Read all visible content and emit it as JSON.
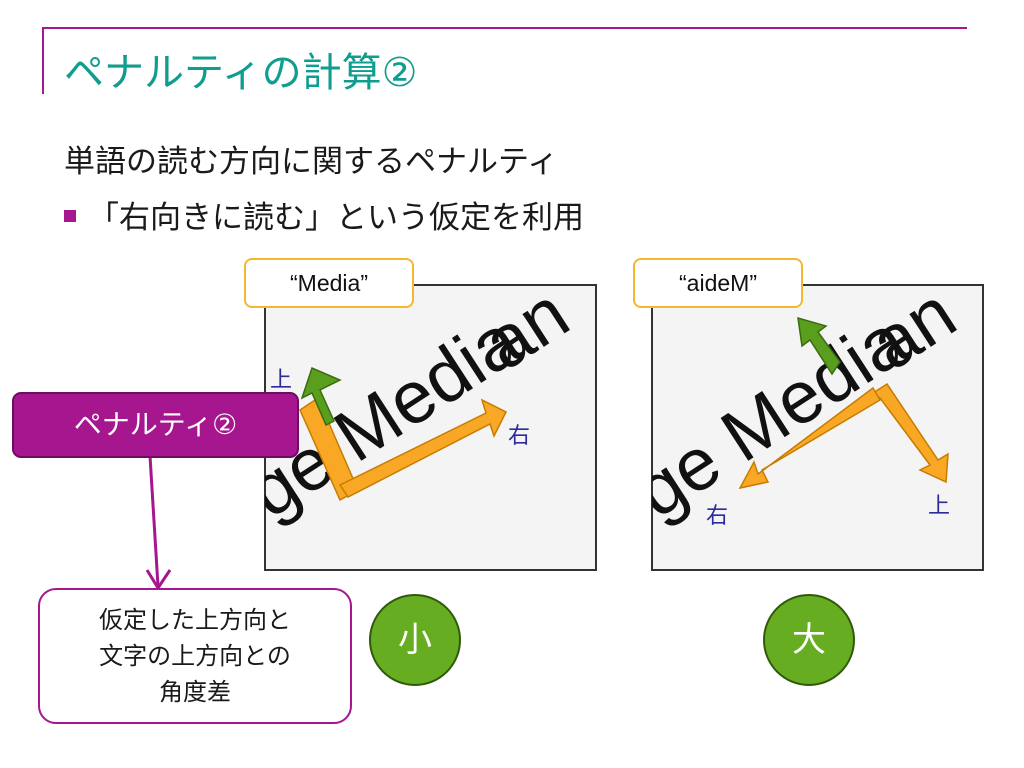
{
  "slide": {
    "title": "ペナルティの計算②",
    "subtitle": "単語の読む方向に関するペナルティ",
    "bullet": "「右向きに読む」という仮定を利用"
  },
  "panels": [
    {
      "label": "“Media”",
      "image_text_main": "ge Media",
      "image_text_side": "an",
      "up_label": "上",
      "right_label": "右",
      "circle": "小"
    },
    {
      "label": "“aideM”",
      "image_text_main": "ge Media",
      "image_text_side": "an",
      "up_label": "上",
      "right_label": "右",
      "circle": "大"
    }
  ],
  "penalty_box": "ペナルティ②",
  "description": [
    "仮定した上方向と",
    "文字の上方向との",
    "角度差"
  ],
  "colors": {
    "accent_magenta": "#a5168f",
    "title_teal": "#0f9d8f",
    "arrow_orange": "#f9a825",
    "arrow_green": "#5a9e1e",
    "circle_green": "#67ad21",
    "label_border": "#f6b72c"
  }
}
